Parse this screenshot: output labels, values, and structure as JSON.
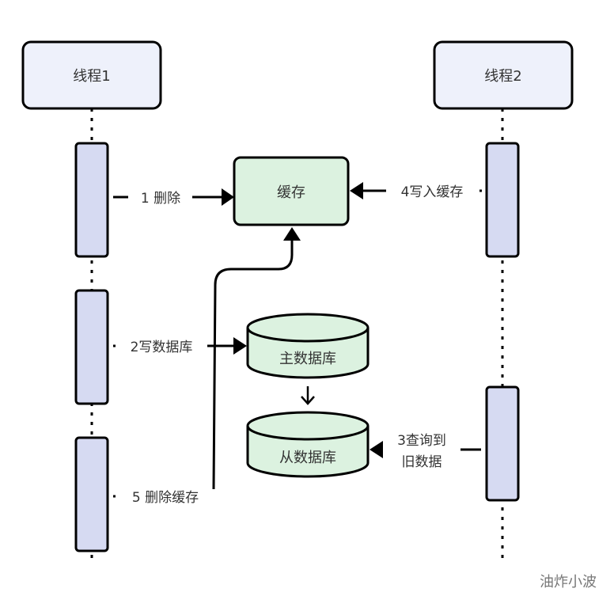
{
  "diagram": {
    "thread1": {
      "label": "线程1"
    },
    "thread2": {
      "label": "线程2"
    },
    "cache": {
      "label": "缓存"
    },
    "master_db": {
      "label": "主数据库"
    },
    "slave_db": {
      "label": "从数据库"
    },
    "steps": {
      "step1": "1 删除",
      "step2": "2写数据库",
      "step3_line1": "3查询到",
      "step3_line2": "旧数据",
      "step4": "4写入缓存",
      "step5": "5 删除缓存"
    },
    "colors": {
      "thread_header_fill": "#eef1fb",
      "activation_fill": "#d6daf2",
      "cache_fill": "#dcf2e0",
      "db_fill": "#dcf2e0",
      "stroke": "#000000"
    }
  },
  "watermark": "油炸小波"
}
